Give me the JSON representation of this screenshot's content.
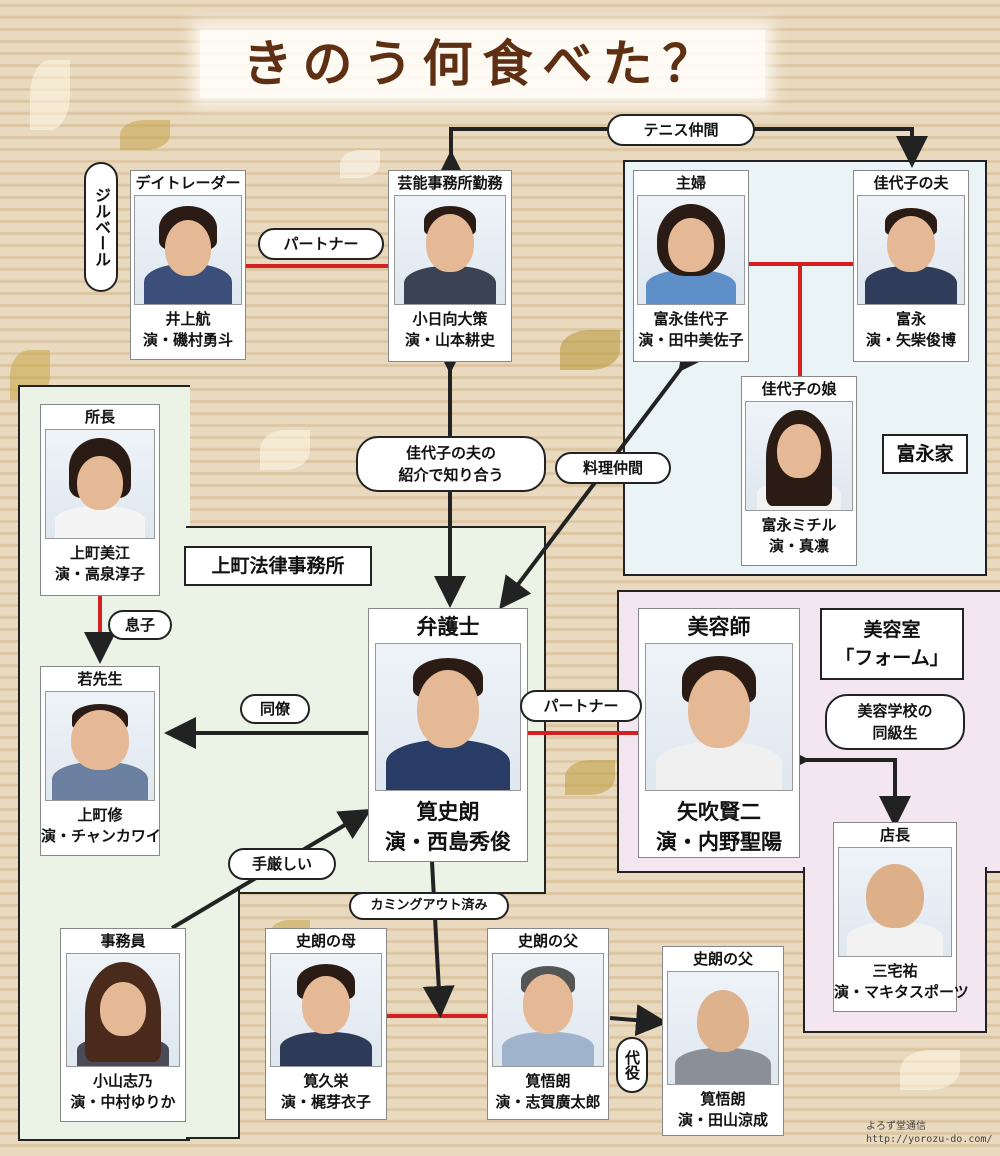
{
  "title": "きのう何食べた？",
  "regions": {
    "tominaga": "富永家",
    "kamimachi": "上町法律事務所",
    "salon_line1": "美容室",
    "salon_line2": "「フォーム」"
  },
  "people": {
    "daytrader": {
      "role": "デイトレーダー",
      "name": "井上航",
      "actor": "演・磯村勇斗"
    },
    "kohinata": {
      "role": "芸能事務所勤務",
      "name": "小日向大策",
      "actor": "演・山本耕史"
    },
    "kayoko": {
      "role": "主婦",
      "name": "富永佳代子",
      "actor": "演・田中美佐子"
    },
    "tominaga_husband": {
      "role": "佳代子の夫",
      "name": "富永",
      "actor": "演・矢柴俊博"
    },
    "michiru": {
      "role": "佳代子の娘",
      "name": "富永ミチル",
      "actor": "演・真凛"
    },
    "kamimachi_mie": {
      "role": "所長",
      "name": "上町美江",
      "actor": "演・高泉淳子"
    },
    "kamimachi_osamu": {
      "role": "若先生",
      "name": "上町修",
      "actor": "演・チャンカワイ"
    },
    "shiro": {
      "role": "弁護士",
      "name": "筧史朗",
      "actor": "演・西島秀俊"
    },
    "kenji": {
      "role": "美容師",
      "name": "矢吹賢二",
      "actor": "演・内野聖陽"
    },
    "manager": {
      "role": "店長",
      "name": "三宅祐",
      "actor": "演・マキタスポーツ"
    },
    "clerk": {
      "role": "事務員",
      "name": "小山志乃",
      "actor": "演・中村ゆりか"
    },
    "mother": {
      "role": "史朗の母",
      "name": "筧久栄",
      "actor": "演・梶芽衣子"
    },
    "father1": {
      "role": "史朗の父",
      "name": "筧悟朗",
      "actor": "演・志賀廣太郎"
    },
    "father2": {
      "role": "史朗の父",
      "name": "筧悟朗",
      "actor": "演・田山涼成"
    }
  },
  "relations": {
    "tennis": "テニス仲間",
    "partner1": "パートナー",
    "gilbert": "ジルベール",
    "intro_line1": "佳代子の夫の",
    "intro_line2": "紹介で知り合う",
    "cooking": "料理仲間",
    "son": "息子",
    "colleague": "同僚",
    "partner2": "パートナー",
    "classmates_line1": "美容学校の",
    "classmates_line2": "同級生",
    "strict": "手厳しい",
    "comingout": "カミングアウト済み",
    "substitute": "代役"
  },
  "credit": {
    "site_name": "よろず堂通信",
    "url": "http://yorozu-do.com/"
  },
  "colors": {
    "partner_line": "#d42020",
    "arrow": "#222222",
    "title": "#5e2f12",
    "tominaga_bg": "#eaf4f7",
    "kamimachi_bg": "#ebf2e6",
    "salon_bg": "#f4e6f0"
  }
}
